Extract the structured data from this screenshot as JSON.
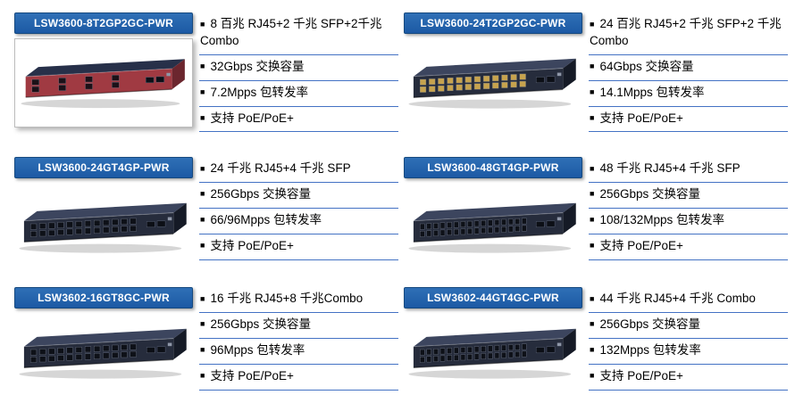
{
  "ui": {
    "bullet_glyph": "■"
  },
  "colors": {
    "banner_blue": "#1c59a4",
    "rule_blue": "#4472c4",
    "switch_dark_front": "#262c3c",
    "switch_dark_top": "#3c455e",
    "switch_dark_side": "#151a26",
    "switch_red_front": "#a03a42",
    "switch_red_top": "#273049",
    "switch_red_side": "#6b262e"
  },
  "products": [
    {
      "model": "LSW3600-8T2GP2GC-PWR",
      "specs": [
        "8 百兆 RJ45+2 千兆 SFP+2千兆 Combo",
        "32Gbps 交换容量",
        "7.2Mpps 包转发率",
        "支持 PoE/PoE+"
      ],
      "image": {
        "variant": "red",
        "port_cols": 4,
        "port_rows": 2,
        "framed": true
      }
    },
    {
      "model": "LSW3600-24T2GP2GC-PWR",
      "specs": [
        "24 百兆 RJ45+2 千兆 SFP+2 千兆 Combo",
        "64Gbps 交换容量",
        "14.1Mpps 包转发率",
        "支持 PoE/PoE+"
      ],
      "image": {
        "variant": "dark",
        "port_cols": 12,
        "port_rows": 2,
        "port_color": "#c7a34e"
      }
    },
    {
      "model": "LSW3600-24GT4GP-PWR",
      "specs": [
        "24 千兆 RJ45+4 千兆 SFP",
        "256Gbps 交换容量",
        "66/96Mpps 包转发率",
        "支持 PoE/PoE+"
      ],
      "image": {
        "variant": "dark",
        "port_cols": 12,
        "port_rows": 2
      }
    },
    {
      "model": "LSW3600-48GT4GP-PWR",
      "specs": [
        "48 千兆 RJ45+4 千兆 SFP",
        "256Gbps 交换容量",
        "108/132Mpps 包转发率",
        "支持 PoE/PoE+"
      ],
      "image": {
        "variant": "dark",
        "port_cols": 16,
        "port_rows": 2
      }
    },
    {
      "model": "LSW3602-16GT8GC-PWR",
      "specs": [
        "16 千兆 RJ45+8 千兆Combo",
        "256Gbps 交换容量",
        "96Mpps 包转发率",
        "支持 PoE/PoE+"
      ],
      "image": {
        "variant": "dark",
        "port_cols": 12,
        "port_rows": 2
      }
    },
    {
      "model": "LSW3602-44GT4GC-PWR",
      "specs": [
        "44 千兆 RJ45+4 千兆 Combo",
        "256Gbps 交换容量",
        "132Mpps 包转发率",
        "支持 PoE/PoE+"
      ],
      "image": {
        "variant": "dark",
        "port_cols": 16,
        "port_rows": 2
      }
    }
  ]
}
